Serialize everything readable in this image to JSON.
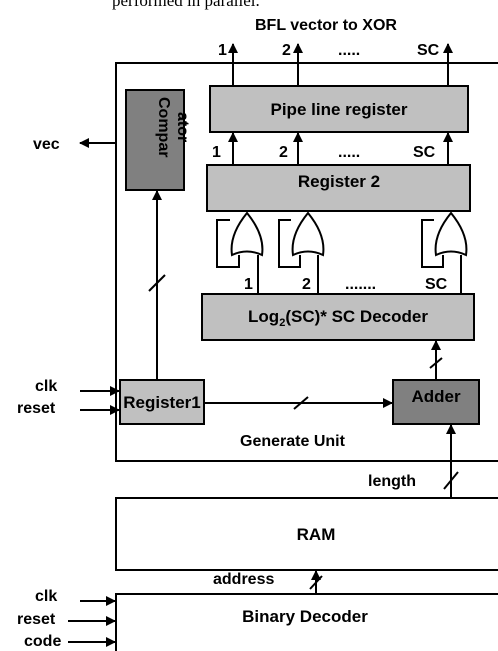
{
  "top_text": "performed in parallel.",
  "output_label": "BFL vector to XOR",
  "bus_labels_top": {
    "first": "1",
    "second": "2",
    "dots": ".....",
    "last": "SC"
  },
  "bus_labels_mid": {
    "first": "1",
    "second": "2",
    "dots": ".....",
    "last": "SC"
  },
  "bus_labels_dec": {
    "first": "1",
    "second": "2",
    "dots": ".......",
    "last": "SC"
  },
  "blocks": {
    "pipeline_register": "Pipe line register",
    "register2": "Register 2",
    "comparator_line1": "Compar",
    "comparator_line2": "ator",
    "decoder": "Log",
    "decoder_sub": "2",
    "decoder_rest": "(SC)* SC Decoder",
    "register1": "Register1",
    "adder": "Adder",
    "generate_unit": "Generate Unit",
    "ram": "RAM",
    "binary_decoder": "Binary Decoder"
  },
  "signals": {
    "vec": "vec",
    "clk_top": "clk",
    "reset_top": "reset",
    "length": "length",
    "address": "address",
    "clk_bottom": "clk",
    "reset_bottom": "reset",
    "code": "code"
  }
}
